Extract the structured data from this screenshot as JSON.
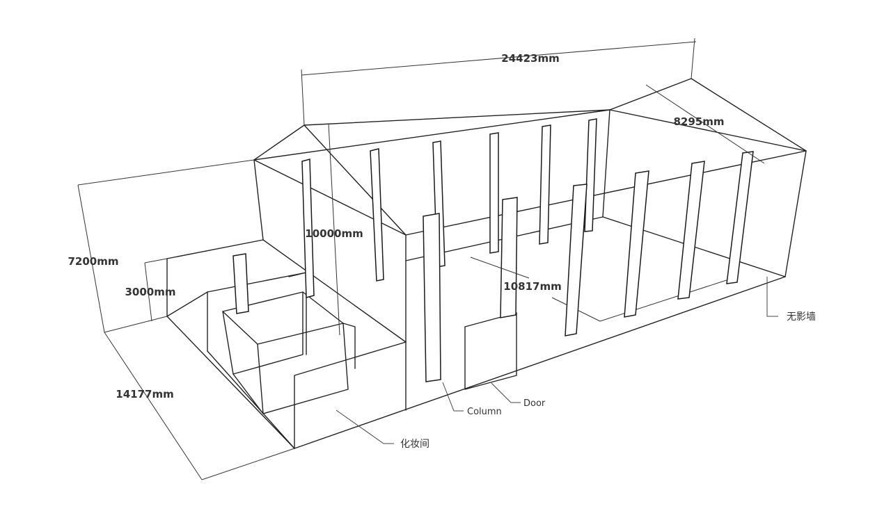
{
  "dimensions": {
    "length": "24423mm",
    "roof_span": "8295mm",
    "column_height": "10000mm",
    "wall_height": "7200mm",
    "room_height": "3000mm",
    "column_spacing": "10817mm",
    "width": "14177mm"
  },
  "labels": {
    "backdrop_wall": "无影墙",
    "column": "Column",
    "door": "Door",
    "dressing_room": "化妆间"
  }
}
